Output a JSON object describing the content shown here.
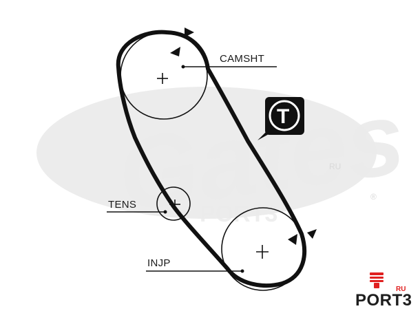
{
  "labels": {
    "camshaft": "CAMSHT",
    "tensioner": "TENS",
    "injection_pump": "INJP"
  },
  "tensioner_badge": "T",
  "watermark": {
    "brand": "Gates",
    "sub": "PORT3",
    "ru": "RU",
    "registered": "®"
  },
  "logo": {
    "text": "PORT3",
    "ru": "RU"
  },
  "colors": {
    "belt": "#111111",
    "watermark": "#ebebeb",
    "logo_accent": "#e02020"
  }
}
